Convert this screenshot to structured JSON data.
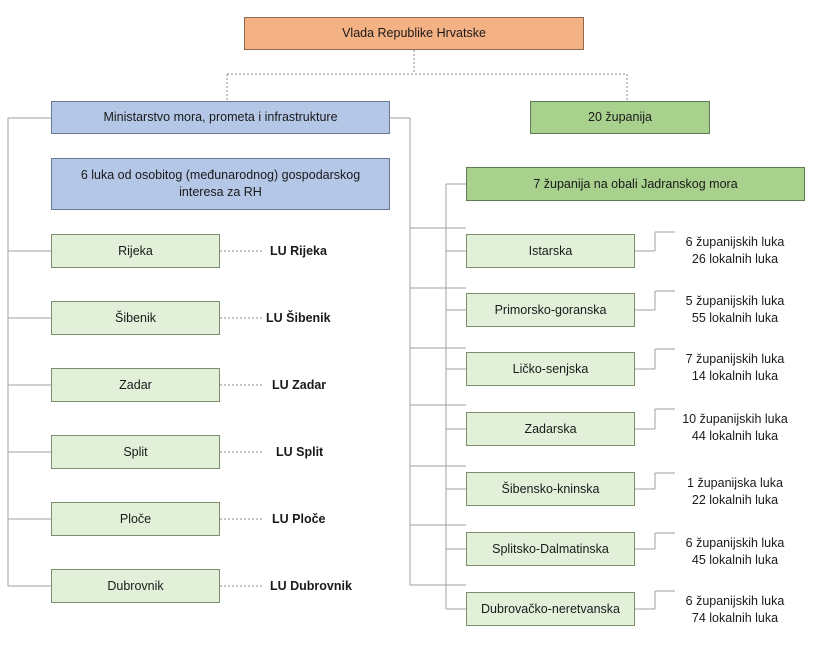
{
  "government": "Vlada Republike Hrvatske",
  "ministry": "Ministarstvo mora, prometa i infrastrukture",
  "counties_total": "20 županija",
  "special_ports": "6 luka od osobitog (međunarodnog) gospodarskog interesa za RH",
  "coastal_counties": "7 županija na obali Jadranskog mora",
  "ports": [
    {
      "city": "Rijeka",
      "authority": "LU Rijeka"
    },
    {
      "city": "Šibenik",
      "authority": "LU Šibenik"
    },
    {
      "city": "Zadar",
      "authority": "LU Zadar"
    },
    {
      "city": "Split",
      "authority": "LU Split"
    },
    {
      "city": "Ploče",
      "authority": "LU Ploče"
    },
    {
      "city": "Dubrovnik",
      "authority": "LU Dubrovnik"
    }
  ],
  "counties": [
    {
      "name": "Istarska",
      "county_ports": "6 županijskih luka",
      "local_ports": "26 lokalnih luka"
    },
    {
      "name": "Primorsko-goranska",
      "county_ports": "5 županijskih luka",
      "local_ports": "55 lokalnih luka"
    },
    {
      "name": "Ličko-senjska",
      "county_ports": "7 županijskih luka",
      "local_ports": "14 lokalnih luka"
    },
    {
      "name": "Zadarska",
      "county_ports": "10 županijskih luka",
      "local_ports": "44 lokalnih luka"
    },
    {
      "name": "Šibensko-kninska",
      "county_ports": "1 županijska luka",
      "local_ports": "22 lokalnih luka"
    },
    {
      "name": "Splitsko-Dalmatinska",
      "county_ports": "6 županijskih luka",
      "local_ports": "45 lokalnih luka"
    },
    {
      "name": "Dubrovačko-neretvanska",
      "county_ports": "6 županijskih luka",
      "local_ports": "74 lokalnih luka"
    }
  ]
}
